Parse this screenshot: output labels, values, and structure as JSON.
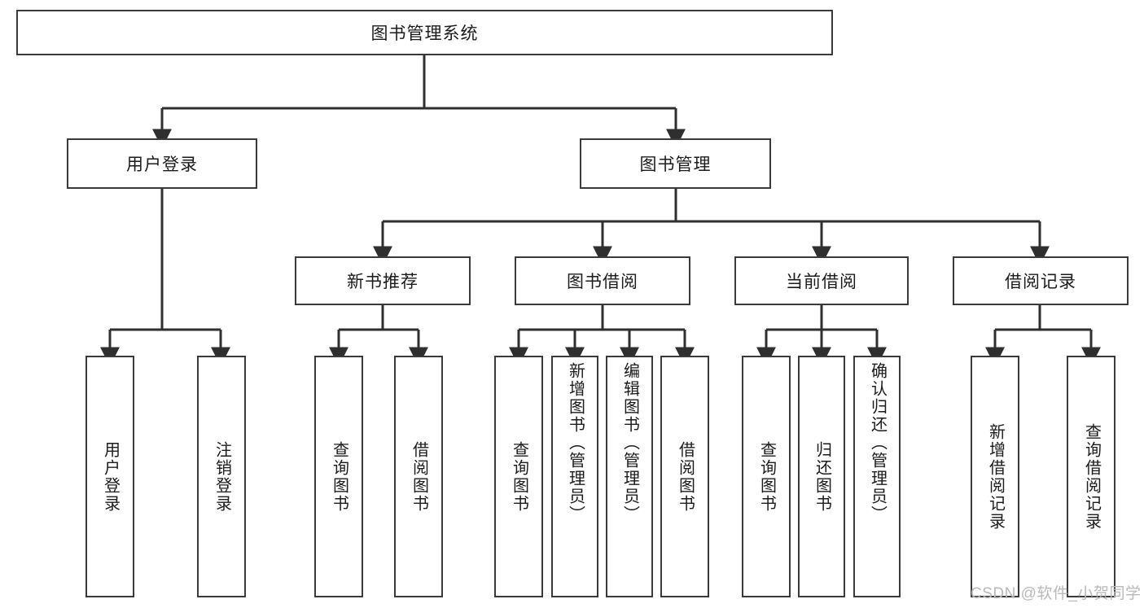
{
  "diagram": {
    "title": "图书管理系统",
    "type": "tree",
    "colors": {
      "box_border": "#3a3a3a",
      "box_fill": "#ffffff",
      "connector": "#2f2f2f",
      "text": "#1b1b1b",
      "watermark": "#b9b9b9"
    },
    "root": {
      "label": "图书管理系统"
    },
    "level2": [
      {
        "label": "用户登录"
      },
      {
        "label": "图书管理"
      }
    ],
    "level3": [
      {
        "label": "新书推荐"
      },
      {
        "label": "图书借阅"
      },
      {
        "label": "当前借阅"
      },
      {
        "label": "借阅记录"
      }
    ],
    "leaves": {
      "user_login": [
        {
          "label": "用户登录"
        },
        {
          "label": "注销登录"
        }
      ],
      "new_book": [
        {
          "label": "查询图书"
        },
        {
          "label": "借阅图书"
        }
      ],
      "book_borrow": [
        {
          "label": "查询图书"
        },
        {
          "label": "新增图书（管理员）"
        },
        {
          "label": "编辑图书（管理员）"
        },
        {
          "label": "借阅图书"
        }
      ],
      "current_borrow": [
        {
          "label": "查询图书"
        },
        {
          "label": "归还图书"
        },
        {
          "label": "确认归还（管理员）"
        }
      ],
      "borrow_record": [
        {
          "label": "新增借阅记录"
        },
        {
          "label": "查询借阅记录"
        }
      ]
    }
  },
  "watermark": {
    "text": "CSDN @软件_小贺同学"
  }
}
